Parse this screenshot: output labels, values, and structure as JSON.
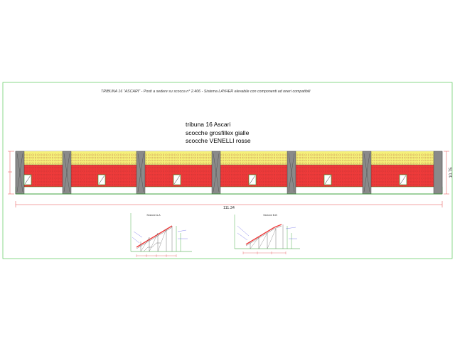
{
  "header_note": "TRIBUNA 16 \"ASCARI\" - Posti a sedere su scocca n° 2.406 - Sistema LAYHER elevabile con componenti ad oneri compatibili",
  "title_lines": [
    "tribuna 16 Ascari",
    "scocche grosfillex gialle",
    "scocche VENELLI rosse"
  ],
  "overall_length": "111.34",
  "overall_height": "10.75",
  "section_left_title": "Sezione A-A",
  "section_right_title": "Sezione B-B",
  "colors": {
    "frame": "#6fcf6f",
    "yellow_seats": "#f5f07a",
    "red_seats": "#ee3a3a",
    "tower": "#8a8a8a",
    "dimension": "#e02020"
  }
}
